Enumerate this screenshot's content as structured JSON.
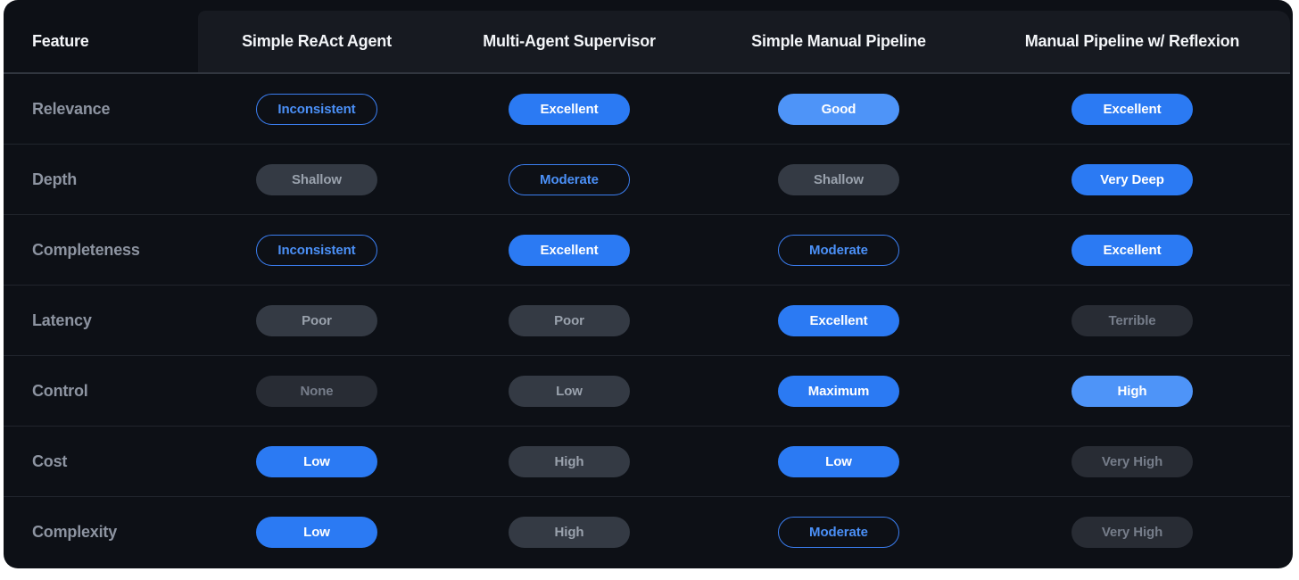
{
  "table": {
    "feature_header": "Feature",
    "columns": [
      "Simple ReAct Agent",
      "Multi-Agent Supervisor",
      "Simple Manual Pipeline",
      "Manual Pipeline w/ Reflexion"
    ],
    "rows": [
      {
        "feature": "Relevance",
        "cells": [
          {
            "label": "Inconsistent",
            "variant": "outline"
          },
          {
            "label": "Excellent",
            "variant": "solid"
          },
          {
            "label": "Good",
            "variant": "soft"
          },
          {
            "label": "Excellent",
            "variant": "solid"
          }
        ]
      },
      {
        "feature": "Depth",
        "cells": [
          {
            "label": "Shallow",
            "variant": "gray"
          },
          {
            "label": "Moderate",
            "variant": "outline"
          },
          {
            "label": "Shallow",
            "variant": "gray"
          },
          {
            "label": "Very Deep",
            "variant": "solid"
          }
        ]
      },
      {
        "feature": "Completeness",
        "cells": [
          {
            "label": "Inconsistent",
            "variant": "outline"
          },
          {
            "label": "Excellent",
            "variant": "solid"
          },
          {
            "label": "Moderate",
            "variant": "outline"
          },
          {
            "label": "Excellent",
            "variant": "solid"
          }
        ]
      },
      {
        "feature": "Latency",
        "cells": [
          {
            "label": "Poor",
            "variant": "gray"
          },
          {
            "label": "Poor",
            "variant": "gray"
          },
          {
            "label": "Excellent",
            "variant": "solid"
          },
          {
            "label": "Terrible",
            "variant": "dim"
          }
        ]
      },
      {
        "feature": "Control",
        "cells": [
          {
            "label": "None",
            "variant": "dim"
          },
          {
            "label": "Low",
            "variant": "gray"
          },
          {
            "label": "Maximum",
            "variant": "solid"
          },
          {
            "label": "High",
            "variant": "soft"
          }
        ]
      },
      {
        "feature": "Cost",
        "cells": [
          {
            "label": "Low",
            "variant": "solid"
          },
          {
            "label": "High",
            "variant": "gray"
          },
          {
            "label": "Low",
            "variant": "solid"
          },
          {
            "label": "Very High",
            "variant": "dim"
          }
        ]
      },
      {
        "feature": "Complexity",
        "cells": [
          {
            "label": "Low",
            "variant": "solid"
          },
          {
            "label": "High",
            "variant": "gray"
          },
          {
            "label": "Moderate",
            "variant": "outline"
          },
          {
            "label": "Very High",
            "variant": "dim"
          }
        ]
      }
    ],
    "colors": {
      "panel_background": "#0d1016",
      "header_band_background": "#171a21",
      "header_text": "#f3f5f8",
      "feature_label_text": "#8d94a1",
      "pill_solid_blue": "#2b7af3",
      "pill_light_blue": "#4e94f8",
      "pill_outline_blue": "#3b7ef0",
      "pill_gray_background": "#343a44",
      "pill_gray_text": "#9aa2ad",
      "pill_dim_background": "#282c34",
      "pill_dim_text": "#767d8a",
      "row_divider": "#21252d",
      "header_divider": "#31363f"
    }
  }
}
